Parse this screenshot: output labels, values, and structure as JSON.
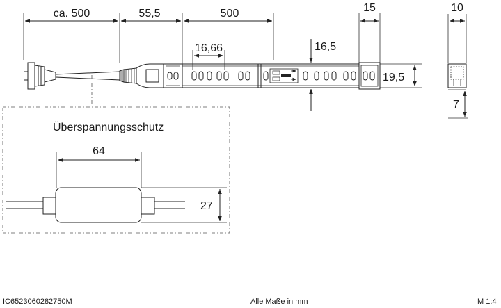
{
  "dimensions": {
    "cable_length": "ca. 500",
    "plug_length": "55,5",
    "segment_length": "500",
    "end_cap_length": "15",
    "end_cap_width": "10",
    "led_pitch": "16,66",
    "strip_height": "16,5",
    "strip_width": "19,5",
    "profile_height": "7",
    "protector_length": "64",
    "protector_height": "27"
  },
  "detail_title": "Überspannungsschutz",
  "footer": {
    "article_number": "IC6523060282750M",
    "units_note": "Alle Maße in mm",
    "scale": "M 1:4"
  },
  "colors": {
    "line": "#222222",
    "dash": "#555555",
    "text": "#1a1a1a"
  }
}
